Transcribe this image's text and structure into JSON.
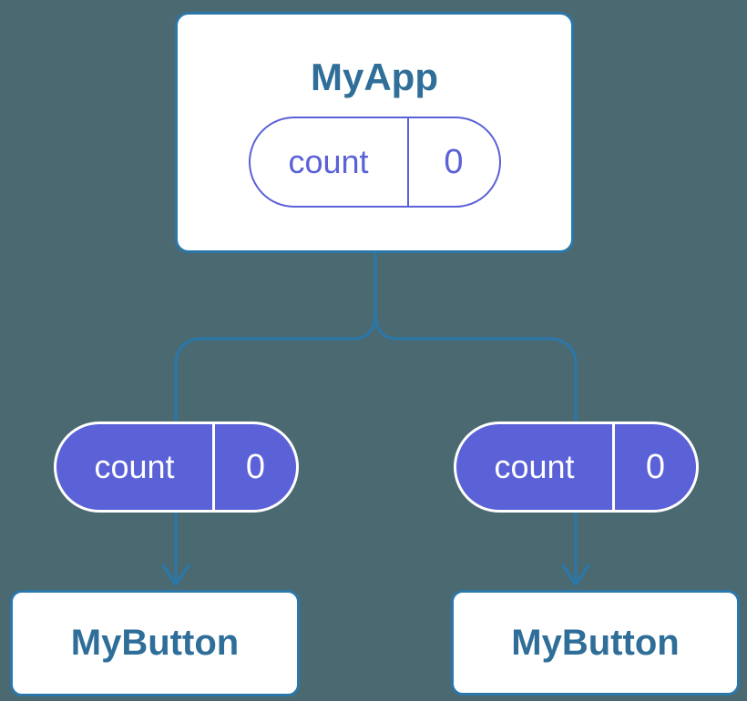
{
  "diagram": {
    "type": "component-tree",
    "root": {
      "title": "MyApp",
      "state": {
        "name": "count",
        "value": "0"
      }
    },
    "children": [
      {
        "title": "MyButton",
        "prop": {
          "name": "count",
          "value": "0"
        }
      },
      {
        "title": "MyButton",
        "prop": {
          "name": "count",
          "value": "0"
        }
      }
    ],
    "colors": {
      "background": "#4b6970",
      "connector": "#2b77a9",
      "node_fill": "#ffffff",
      "node_border": "#2b77a9",
      "node_text": "#2e6e98",
      "state_purple": "#5b61d6",
      "pill_text_on_fill": "#ffffff"
    }
  }
}
